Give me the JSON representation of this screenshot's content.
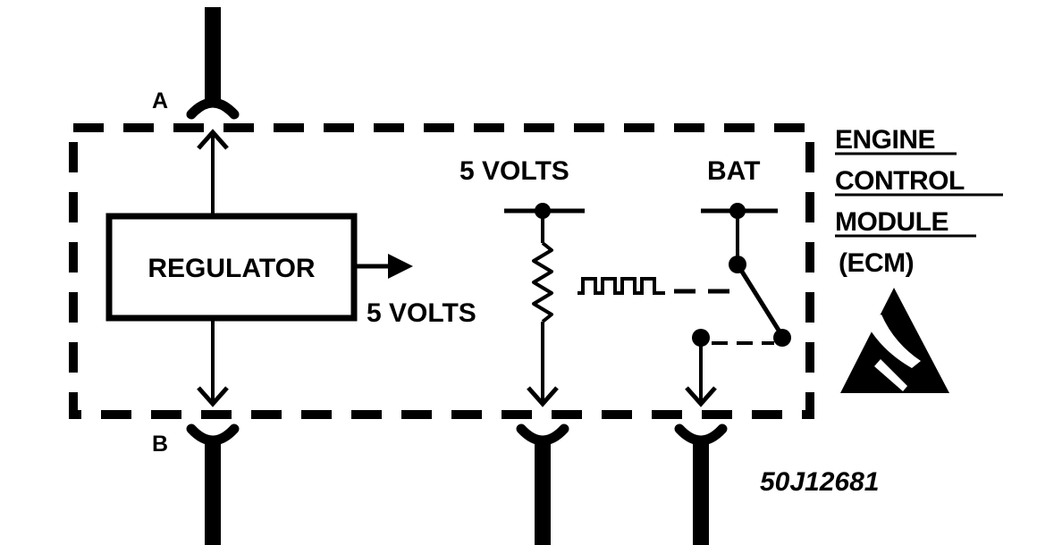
{
  "labels": {
    "terminal_a": "A",
    "terminal_b": "B",
    "regulator": "REGULATOR",
    "regulator_output": "5 VOLTS",
    "supply_5v": "5 VOLTS",
    "supply_bat": "BAT",
    "module_line1": "ENGINE",
    "module_line2": "CONTROL",
    "module_line3": "MODULE",
    "module_abbr": "(ECM)",
    "figure_code": "50J12681"
  },
  "icons": {
    "esd": "esd-warning-icon",
    "pulse": "square-wave-icon",
    "resistor": "resistor-icon",
    "switch": "switch-icon"
  },
  "colors": {
    "ink": "#000000",
    "background": "#ffffff"
  }
}
